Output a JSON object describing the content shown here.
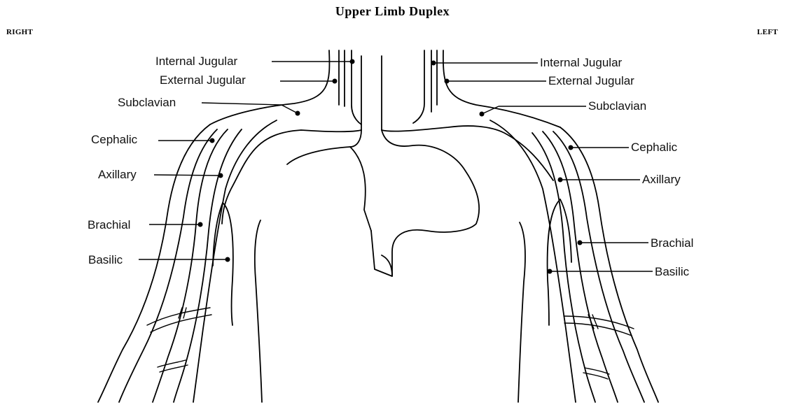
{
  "title": "Upper Limb Duplex",
  "side_labels": {
    "right": "RIGHT",
    "left": "LEFT"
  },
  "labels": {
    "right": {
      "internal_jugular": "Internal Jugular",
      "external_jugular": "External Jugular",
      "subclavian": "Subclavian",
      "cephalic": "Cephalic",
      "axillary": "Axillary",
      "brachial": "Brachial",
      "basilic": "Basilic"
    },
    "left": {
      "internal_jugular": "Internal Jugular",
      "external_jugular": "External Jugular",
      "subclavian": "Subclavian",
      "cephalic": "Cephalic",
      "axillary": "Axillary",
      "brachial": "Brachial",
      "basilic": "Basilic"
    }
  }
}
